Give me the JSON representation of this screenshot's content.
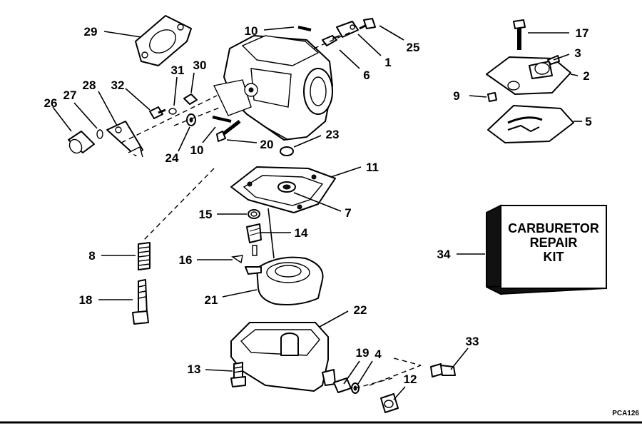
{
  "diagram": {
    "callouts": [
      "29",
      "10",
      "25",
      "1",
      "6",
      "31",
      "30",
      "28",
      "32",
      "27",
      "26",
      "24",
      "10",
      "20",
      "23",
      "11",
      "7",
      "15",
      "14",
      "8",
      "16",
      "21",
      "18",
      "22",
      "13",
      "19",
      "4",
      "12",
      "33",
      "17",
      "3",
      "2",
      "9",
      "5",
      "34"
    ],
    "kit_box": {
      "line1": "CARBURETOR",
      "line2": "REPAIR",
      "line3": "KIT"
    },
    "drawing_code": "PCA126"
  }
}
